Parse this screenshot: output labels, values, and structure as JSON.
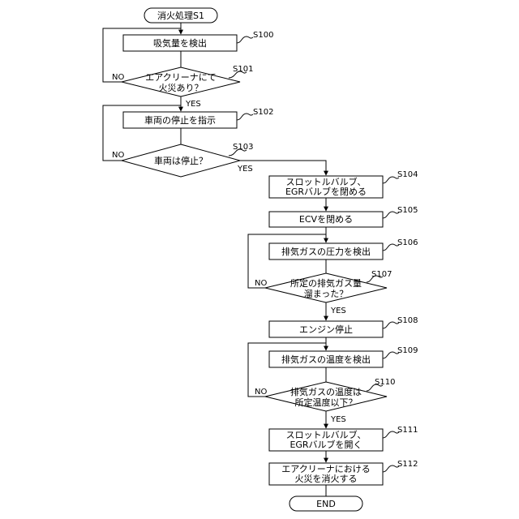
{
  "terminals": {
    "start": "消火処理S1",
    "end": "END"
  },
  "steps": {
    "s100": {
      "id": "S100",
      "lines": [
        "吸気量を検出"
      ]
    },
    "s101": {
      "id": "S101",
      "lines": [
        "エアクリーナにて",
        "火災あり？"
      ]
    },
    "s102": {
      "id": "S102",
      "lines": [
        "車両の停止を指示"
      ]
    },
    "s103": {
      "id": "S103",
      "lines": [
        "車両は停止？"
      ]
    },
    "s104": {
      "id": "S104",
      "lines": [
        "スロットルバルブ、",
        "EGRバルブを閉める"
      ]
    },
    "s105": {
      "id": "S105",
      "lines": [
        "ECVを閉める"
      ]
    },
    "s106": {
      "id": "S106",
      "lines": [
        "排気ガスの圧力を検出"
      ]
    },
    "s107": {
      "id": "S107",
      "lines": [
        "所定の排気ガス量",
        "溜まった？"
      ]
    },
    "s108": {
      "id": "S108",
      "lines": [
        "エンジン停止"
      ]
    },
    "s109": {
      "id": "S109",
      "lines": [
        "排気ガスの温度を検出"
      ]
    },
    "s110": {
      "id": "S110",
      "lines": [
        "排気ガスの温度は",
        "所定温度以下？"
      ]
    },
    "s111": {
      "id": "S111",
      "lines": [
        "スロットルバルブ、",
        "EGRバルブを開く"
      ]
    },
    "s112": {
      "id": "S112",
      "lines": [
        "エアクリーナにおける",
        "火災を消火する"
      ]
    }
  },
  "branch_labels": {
    "yes": "YES",
    "no": "NO"
  }
}
